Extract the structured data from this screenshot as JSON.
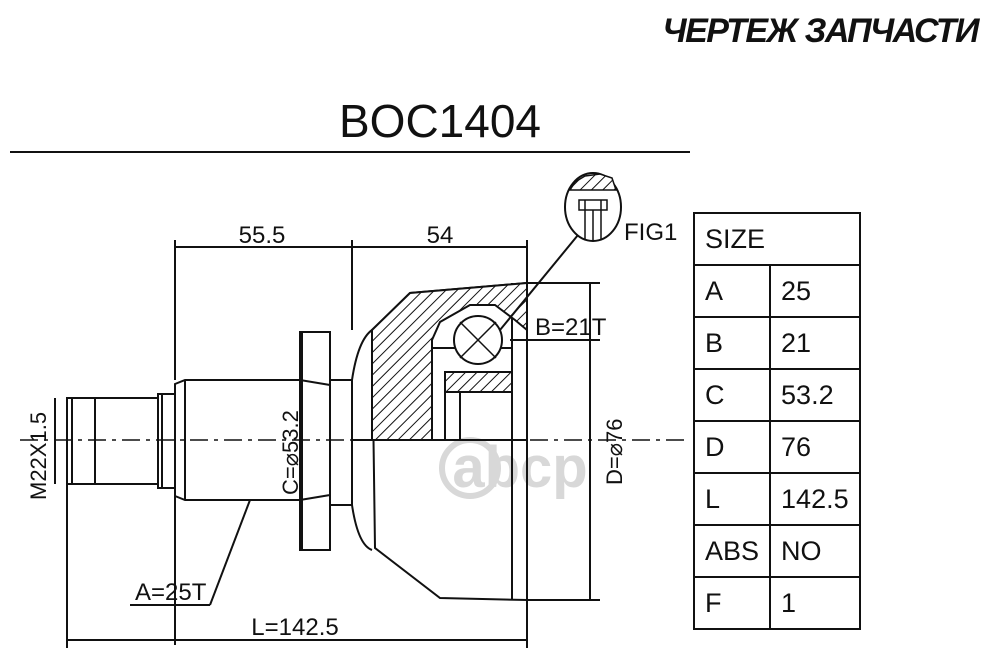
{
  "header": {
    "brand": "ЧЕРТЕЖ ЗАПЧАСТИ"
  },
  "drawing": {
    "part_number": "BOC1404",
    "dim_top_left": "55.5",
    "dim_top_right": "54",
    "fig_label": "FIG1",
    "label_b": "B=21T",
    "label_a": "A=25T",
    "label_c": "C=⌀53.2",
    "label_d": "D=⌀76",
    "label_thread": "M22X1.5",
    "label_length": "L=142.5",
    "watermark": "abcp"
  },
  "spec_table": {
    "title": "SIZE",
    "rows": [
      {
        "key": "A",
        "value": "25"
      },
      {
        "key": "B",
        "value": "21"
      },
      {
        "key": "C",
        "value": "53.2"
      },
      {
        "key": "D",
        "value": "76"
      },
      {
        "key": "L",
        "value": "142.5"
      },
      {
        "key": "ABS",
        "value": "NO"
      },
      {
        "key": "F",
        "value": "1"
      }
    ]
  },
  "colors": {
    "ink": "#111111",
    "watermark": "#d8d8d8"
  }
}
